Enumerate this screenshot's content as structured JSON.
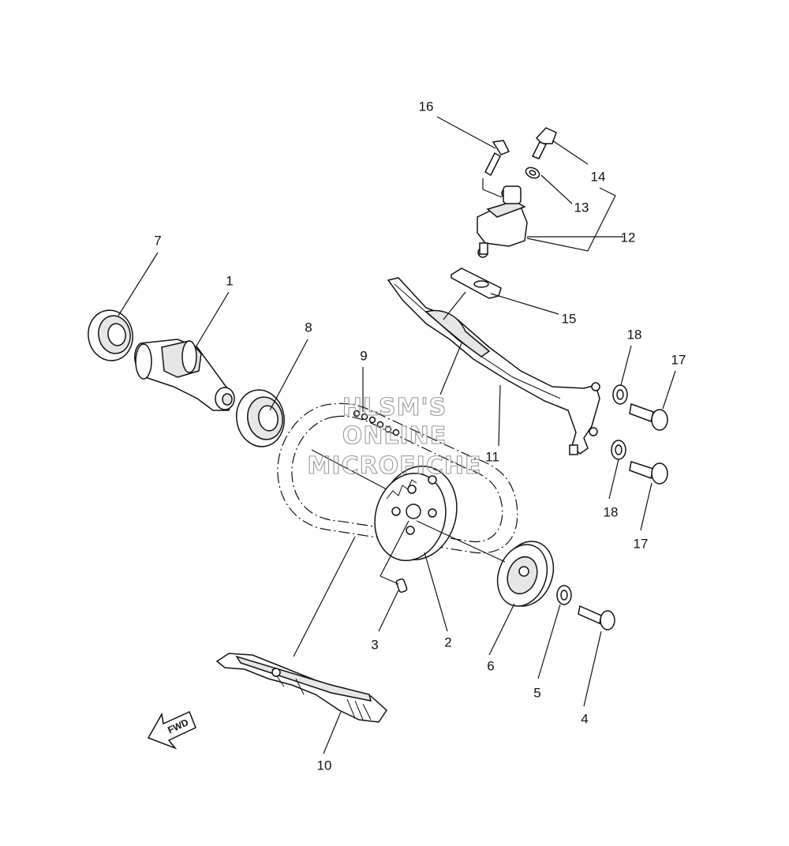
{
  "labels": [
    {
      "id": "p1",
      "text": "1"
    },
    {
      "id": "p2",
      "text": "2"
    },
    {
      "id": "p3",
      "text": "3"
    },
    {
      "id": "p4",
      "text": "4"
    },
    {
      "id": "p5",
      "text": "5"
    },
    {
      "id": "p6",
      "text": "6"
    },
    {
      "id": "p7",
      "text": "7"
    },
    {
      "id": "p8",
      "text": "8"
    },
    {
      "id": "p9",
      "text": "9"
    },
    {
      "id": "p10",
      "text": "10"
    },
    {
      "id": "p11",
      "text": "11"
    },
    {
      "id": "p12",
      "text": "12"
    },
    {
      "id": "p13",
      "text": "13"
    },
    {
      "id": "p14",
      "text": "14"
    },
    {
      "id": "p15",
      "text": "15"
    },
    {
      "id": "p16",
      "text": "16"
    },
    {
      "id": "p17a",
      "text": "17"
    },
    {
      "id": "p17b",
      "text": "17"
    },
    {
      "id": "p18a",
      "text": "18"
    },
    {
      "id": "p18b",
      "text": "18"
    }
  ],
  "watermark": {
    "line1": "HLSM'S",
    "line2": "ONLINE",
    "line3": "MICROFICHE"
  },
  "fwd": {
    "text": "FWD"
  }
}
